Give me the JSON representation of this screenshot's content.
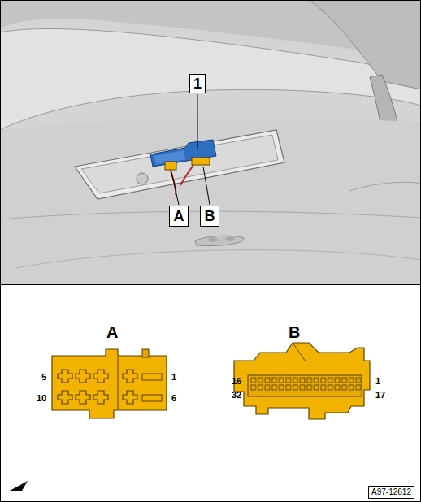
{
  "diagram": {
    "nodes": [
      {
        "text": [
          "1"
        ]
      },
      {
        "text": [
          "A"
        ]
      },
      {
        "text": [
          "B"
        ]
      },
      {
        "text": [
          "A97-12612"
        ]
      }
    ],
    "labels": [
      "A",
      "B",
      "5",
      "1",
      "10",
      "6",
      "16",
      "1",
      "32",
      "17"
    ]
  }
}
